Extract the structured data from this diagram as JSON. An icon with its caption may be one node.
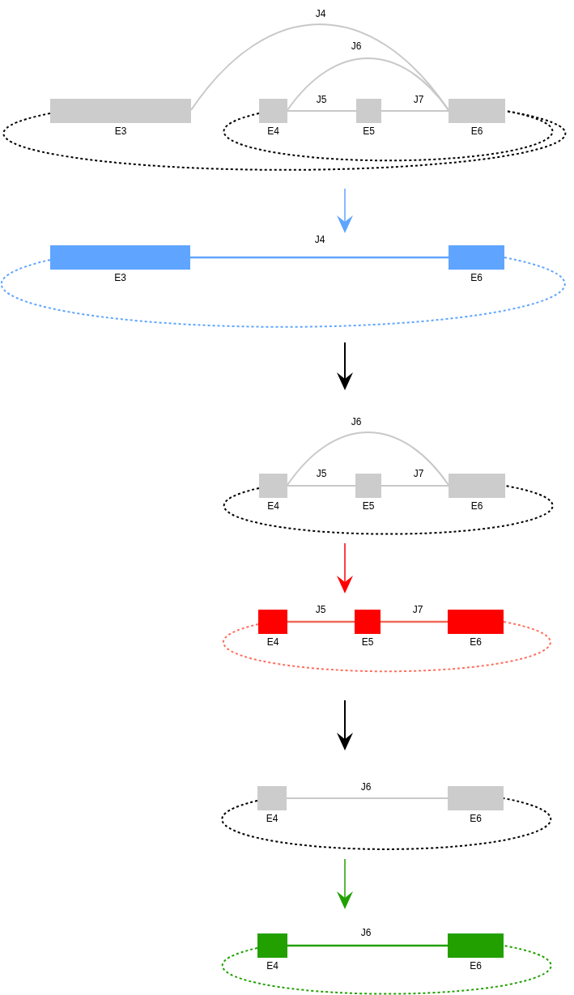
{
  "diagram": {
    "nodes": [
      {
        "text": [
          "E3"
        ]
      },
      {
        "text": [
          "E4"
        ]
      },
      {
        "text": [
          "E5"
        ]
      },
      {
        "text": [
          "E6"
        ]
      },
      {
        "text": [
          "E3"
        ]
      },
      {
        "text": [
          "E6"
        ]
      },
      {
        "text": [
          "E4"
        ]
      },
      {
        "text": [
          "E5"
        ]
      },
      {
        "text": [
          "E6"
        ]
      },
      {
        "text": [
          "E4"
        ]
      },
      {
        "text": [
          "E5"
        ]
      },
      {
        "text": [
          "E6"
        ]
      },
      {
        "text": [
          "E4"
        ]
      },
      {
        "text": [
          "E6"
        ]
      },
      {
        "text": [
          "E4"
        ]
      },
      {
        "text": [
          "E6"
        ]
      }
    ],
    "edges": [
      {
        "from": 0,
        "to": 3,
        "arrow": "none",
        "label": "J4"
      },
      {
        "from": 1,
        "to": 3,
        "arrow": "none",
        "label": "J6"
      },
      {
        "from": 1,
        "to": 2,
        "arrow": "none",
        "label": "J5"
      },
      {
        "from": 2,
        "to": 3,
        "arrow": "none",
        "label": "J7"
      },
      {
        "from": 0,
        "to": 3,
        "arrow": "none",
        "style": "dashed",
        "color": "#000000"
      },
      {
        "from": 1,
        "to": 3,
        "arrow": "none",
        "style": "dashed",
        "color": "#000000"
      },
      {
        "from": 4,
        "to": 5,
        "arrow": "none",
        "label": "J4",
        "color": "#5fa5ff"
      },
      {
        "from": 4,
        "to": 5,
        "arrow": "none",
        "style": "dashed",
        "color": "#5fa5ff"
      },
      {
        "from": 6,
        "to": 8,
        "arrow": "none",
        "label": "J6"
      },
      {
        "from": 6,
        "to": 7,
        "arrow": "none",
        "label": "J5"
      },
      {
        "from": 7,
        "to": 8,
        "arrow": "none",
        "label": "J7"
      },
      {
        "from": 6,
        "to": 8,
        "arrow": "none",
        "style": "dashed",
        "color": "#000000"
      },
      {
        "from": 9,
        "to": 10,
        "arrow": "none",
        "label": "J5",
        "color": "#f06a5a"
      },
      {
        "from": 10,
        "to": 11,
        "arrow": "none",
        "label": "J7",
        "color": "#f06a5a"
      },
      {
        "from": 9,
        "to": 11,
        "arrow": "none",
        "style": "dashed",
        "color": "#ff6f5f"
      },
      {
        "from": 12,
        "to": 13,
        "arrow": "none",
        "label": "J6"
      },
      {
        "from": 12,
        "to": 13,
        "arrow": "none",
        "style": "dashed",
        "color": "#000000"
      },
      {
        "from": 14,
        "to": 15,
        "arrow": "none",
        "label": "J6",
        "color": "#22a000"
      },
      {
        "from": 14,
        "to": 15,
        "arrow": "none",
        "style": "dashed",
        "color": "#22a000"
      }
    ]
  }
}
